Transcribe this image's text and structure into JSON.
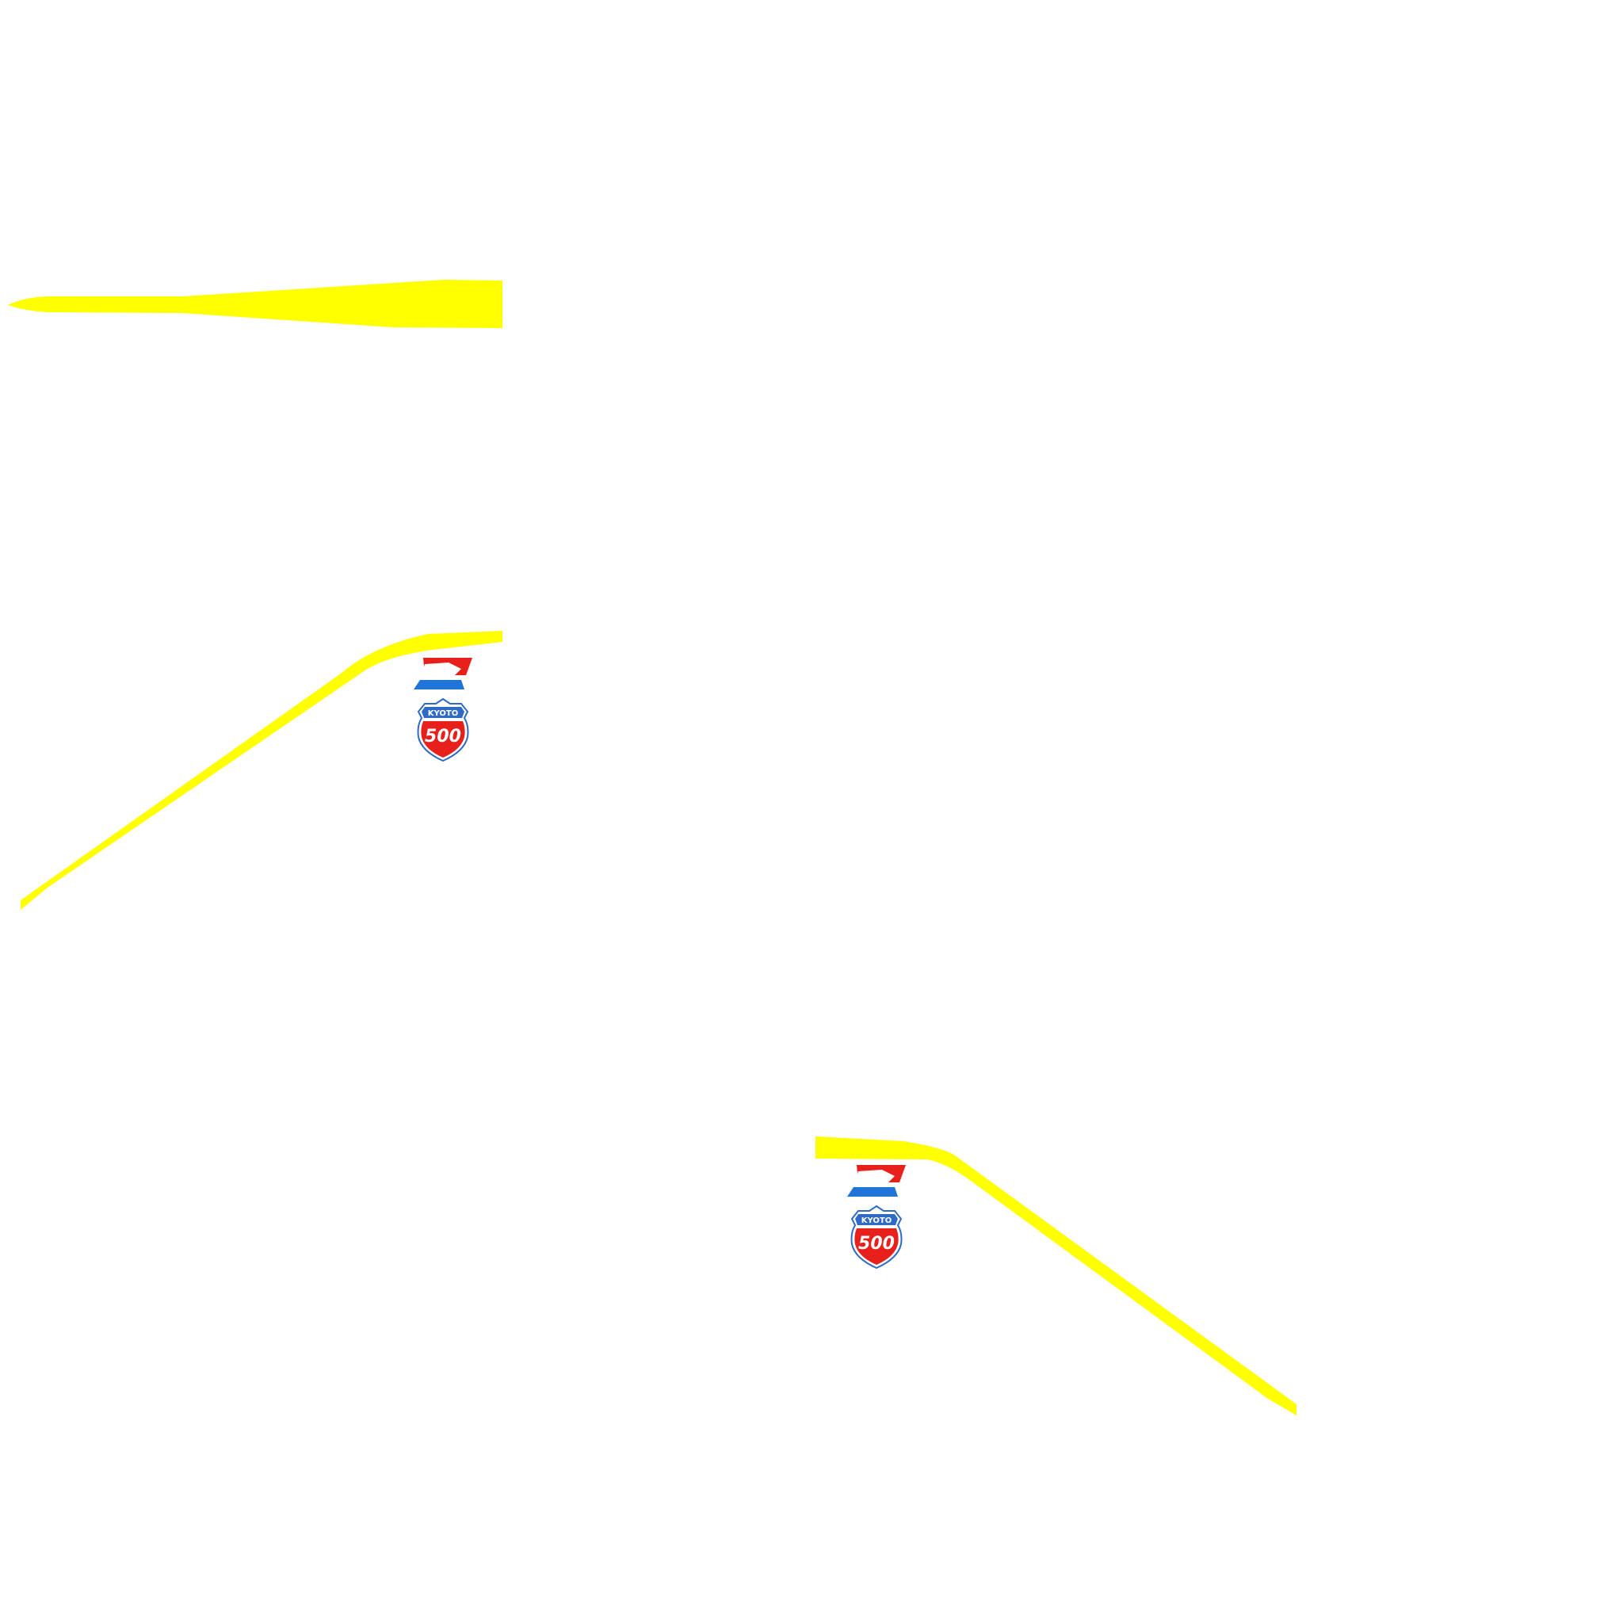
{
  "colors": {
    "stripe": "#ffff00",
    "red": "#e8201c",
    "blue": "#1f74d6",
    "shield_blue": "#2f6bc4",
    "background": "#ffffff"
  },
  "badge": {
    "top_text": "KYOTO",
    "number": "500"
  },
  "badges": [
    {
      "top_text": "KYOTO",
      "number": "500"
    },
    {
      "top_text": "KYOTO",
      "number": "500"
    }
  ]
}
